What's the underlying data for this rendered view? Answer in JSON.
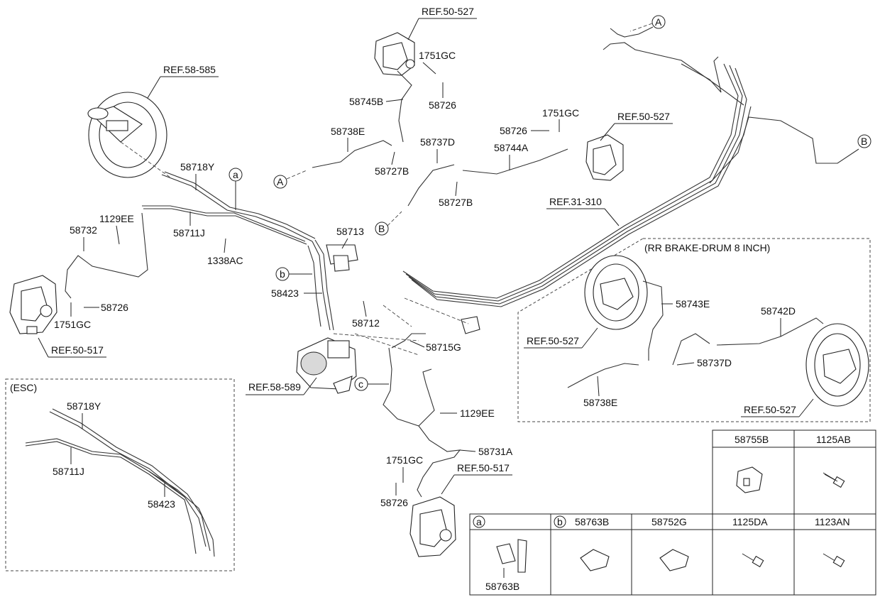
{
  "refs": {
    "ref_58_585": "REF.58-585",
    "ref_50_527_top": "REF.50-527",
    "ref_50_527_right": "REF.50-527",
    "ref_31_310": "REF.31-310",
    "ref_50_517_left": "REF.50-517",
    "ref_58_589": "REF.58-589",
    "ref_50_517_bottom": "REF.50-517",
    "ref_50_527_drum_left": "REF.50-527",
    "ref_50_527_drum_right": "REF.50-527"
  },
  "callouts": {
    "a": "a",
    "b": "b",
    "c": "c",
    "A_top": "A",
    "A_left": "A",
    "B_right": "B",
    "B_mid": "B",
    "a_table": "a",
    "b_table": "b"
  },
  "labels": {
    "p1751GC_top": "1751GC",
    "p58745B": "58745B",
    "p58726_top": "58726",
    "p58738E_top": "58738E",
    "p58727B_left": "58727B",
    "p58737D_top": "58737D",
    "p58727B_right": "58727B",
    "p1751GC_right": "1751GC",
    "p58726_right": "58726",
    "p58744A": "58744A",
    "p58718Y": "58718Y",
    "p58711J": "58711J",
    "p1129EE_left": "1129EE",
    "p58732": "58732",
    "p1338AC": "1338AC",
    "p58726_left": "58726",
    "p1751GC_left": "1751GC",
    "p58713": "58713",
    "p58423": "58423",
    "p58712": "58712",
    "p58715G": "58715G",
    "p1129EE_mid": "1129EE",
    "p58731A": "58731A",
    "p1751GC_bottom": "1751GC",
    "p58726_bottom": "58726",
    "p58743E": "58743E",
    "p58742D": "58742D",
    "p58737D_drum": "58737D",
    "p58738E_drum": "58738E",
    "esc_58718Y": "58718Y",
    "esc_58711J": "58711J",
    "esc_58423": "58423"
  },
  "boxes": {
    "esc_title": "(ESC)",
    "drum_title": "(RR BRAKE-DRUM 8 INCH)"
  },
  "table": {
    "top_headers": [
      "58755B",
      "1125AB"
    ],
    "bottom_headers": [
      "58763B",
      "58752G",
      "1125DA",
      "1123AN"
    ],
    "a_cell_label": "58763B"
  }
}
